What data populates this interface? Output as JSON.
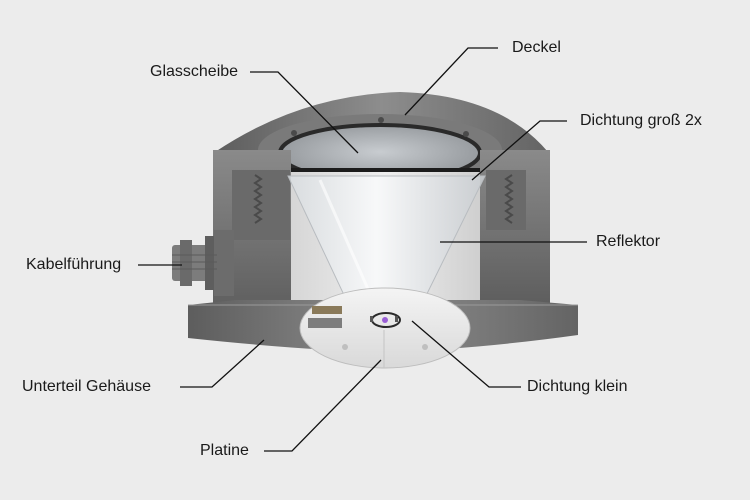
{
  "labels": {
    "deckel": "Deckel",
    "glasscheibe": "Glasscheibe",
    "dichtung_gross": "Dichtung groß 2x",
    "reflektor": "Reflektor",
    "kabelfuehrung": "Kabelführung",
    "unterteil": "Unterteil Gehäuse",
    "dichtung_klein": "Dichtung klein",
    "platine": "Platine"
  },
  "colors": {
    "background": "#ececec",
    "housing": "#707070",
    "leader_line": "#111111"
  }
}
